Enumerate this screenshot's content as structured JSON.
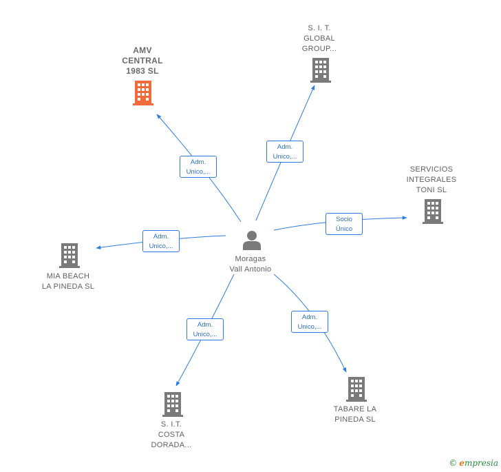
{
  "center": {
    "name": "Moragas\nVall Antonio"
  },
  "companies": [
    {
      "id": "amv",
      "name": "AMV\nCENTRAL\n1983  SL",
      "highlight": true,
      "color": "#f26b3a"
    },
    {
      "id": "sit-global",
      "name": "S.  I.  T.\nGLOBAL\nGROUP...",
      "highlight": false,
      "color": "#7a7a7a"
    },
    {
      "id": "servicios",
      "name": "SERVICIOS\nINTEGRALES\nTONI SL",
      "highlight": false,
      "color": "#7a7a7a"
    },
    {
      "id": "mia-beach",
      "name": "MIA BEACH\nLA PINEDA  SL",
      "highlight": false,
      "color": "#7a7a7a"
    },
    {
      "id": "sit-costa",
      "name": "S. I.T.\nCOSTA\nDORADA...",
      "highlight": false,
      "color": "#7a7a7a"
    },
    {
      "id": "tabare",
      "name": "TABARE LA\nPINEDA  SL",
      "highlight": false,
      "color": "#7a7a7a"
    }
  ],
  "relations": [
    {
      "to": "amv",
      "line1": "Adm.",
      "line2": "Unico,..."
    },
    {
      "to": "sit-global",
      "line1": "Adm.",
      "line2": "Unico,..."
    },
    {
      "to": "servicios",
      "line1": "Socio",
      "line2": "Único"
    },
    {
      "to": "mia-beach",
      "line1": "Adm.",
      "line2": "Unico,..."
    },
    {
      "to": "sit-costa",
      "line1": "Adm.",
      "line2": "Unico,..."
    },
    {
      "to": "tabare",
      "line1": "Adm.",
      "line2": "Unico,..."
    }
  ],
  "colors": {
    "edge": "#2c7be5",
    "person": "#7a7a7a"
  },
  "brand": {
    "copyright": "©",
    "initial": "e",
    "rest": "mpresia"
  }
}
